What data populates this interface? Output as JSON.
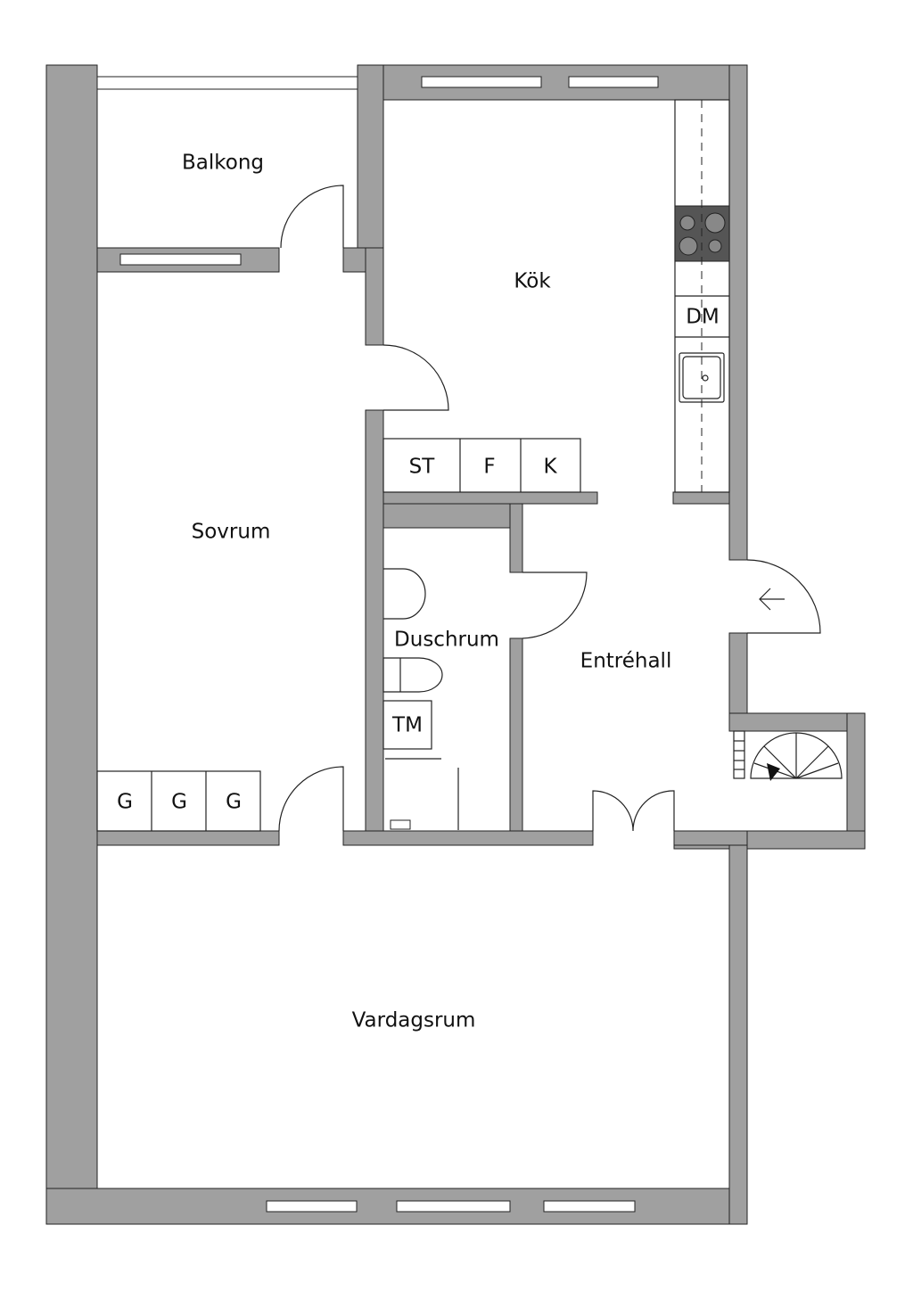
{
  "rooms": {
    "balcony": "Balkong",
    "kitchen": "Kök",
    "bedroom": "Sovrum",
    "shower_room": "Duschrum",
    "entrance_hall": "Entréhall",
    "living_room": "Vardagsrum"
  },
  "fixtures": {
    "dishwasher": "DM",
    "cabinet_st": "ST",
    "cabinet_f": "F",
    "cabinet_k": "K",
    "washer": "TM",
    "wardrobes": [
      "G",
      "G",
      "G"
    ]
  },
  "colors": {
    "wall": "#a0a0a0",
    "stove": "#555555"
  }
}
